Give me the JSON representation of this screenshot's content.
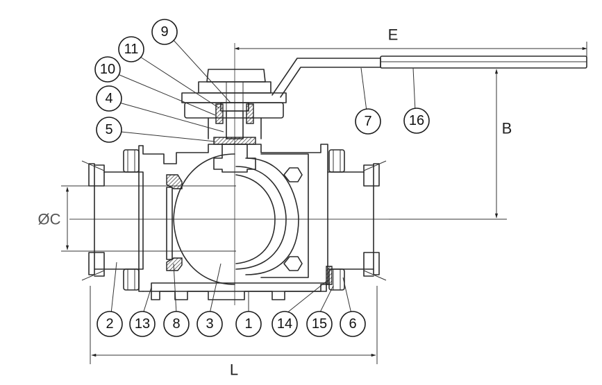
{
  "dimensions": {
    "E": "E",
    "B": "B",
    "C": "ØC",
    "L": "L"
  },
  "callouts": [
    "9",
    "11",
    "10",
    "4",
    "5",
    "7",
    "16",
    "2",
    "13",
    "8",
    "3",
    "1",
    "14",
    "15",
    "6"
  ]
}
